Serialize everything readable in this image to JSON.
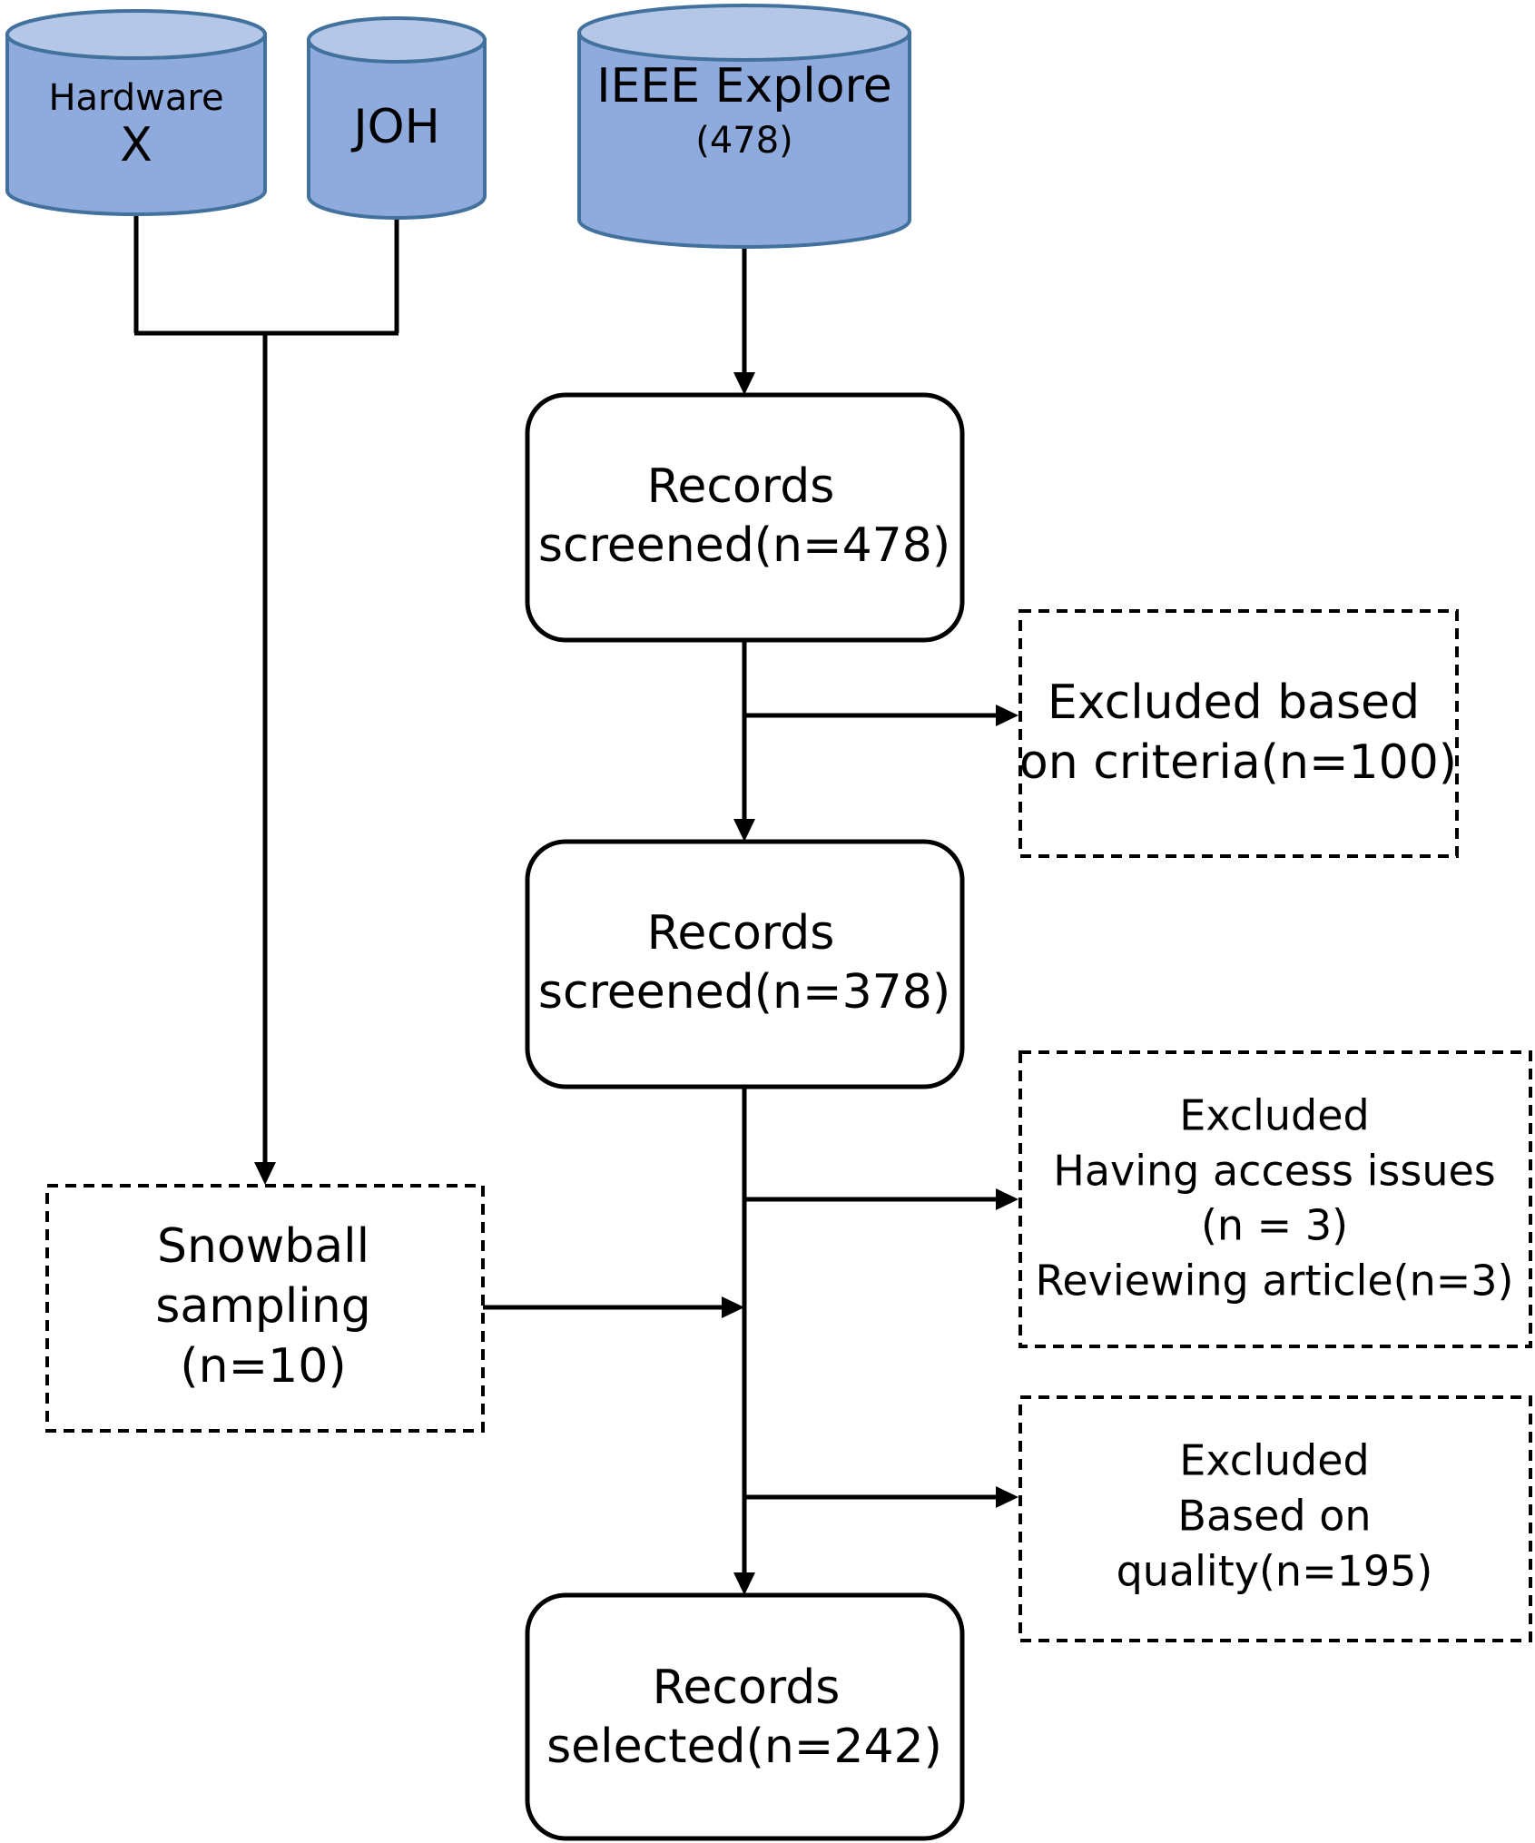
{
  "colors": {
    "cylinder_fill": "#8faadc",
    "cylinder_top": "#b4c7e7",
    "cylinder_stroke": "#41719c",
    "line": "#000000"
  },
  "sources": {
    "hardwarex": {
      "line1": "Hardware",
      "line2": "X"
    },
    "joh": {
      "label": "JOH"
    },
    "ieee": {
      "title": "IEEE Explore",
      "count": "(478)"
    }
  },
  "process": {
    "screened_1": {
      "line1": "Records",
      "line2": "screened(n=478)"
    },
    "screened_2": {
      "line1": "Records",
      "line2": "screened(n=378)"
    },
    "selected": {
      "line1": "Records",
      "line2": "selected(n=242)"
    }
  },
  "exclusions": {
    "criteria": {
      "line1": "Excluded based",
      "line2": "on criteria(n=100)"
    },
    "access": {
      "line1": "Excluded",
      "line2": "Having access issues",
      "line3": "(n = 3)",
      "line4": "Reviewing article(n=3)"
    },
    "quality": {
      "line1": "Excluded",
      "line2": "Based on",
      "line3": "quality(n=195)"
    }
  },
  "additions": {
    "snowball": {
      "line1": "Snowball",
      "line2": "sampling",
      "line3": "(n=10)"
    }
  }
}
